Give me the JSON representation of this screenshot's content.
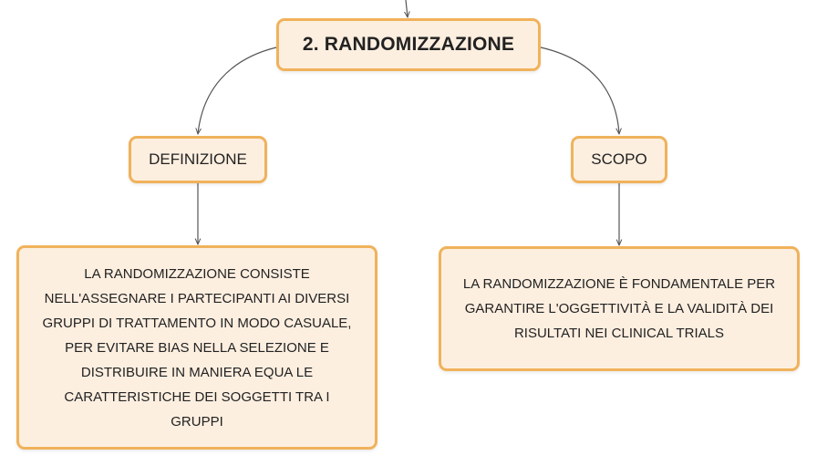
{
  "diagram": {
    "root": {
      "label": "2. RANDOMIZZAZIONE"
    },
    "branches": [
      {
        "label": "DEFINIZIONE",
        "detail": "LA RANDOMIZZAZIONE CONSISTE NELL'ASSEGNARE I PARTECIPANTI AI DIVERSI GRUPPI DI TRATTAMENTO IN MODO CASUALE, PER EVITARE BIAS NELLA SELEZIONE E DISTRIBUIRE IN MANIERA EQUA LE CARATTERISTICHE DEI SOGGETTI TRA I GRUPPI"
      },
      {
        "label": "SCOPO",
        "detail": "LA RANDOMIZZAZIONE È FONDAMENTALE PER GARANTIRE L'OGGETTIVITÀ E LA VALIDITÀ DEI RISULTATI NEI CLINICAL TRIALS"
      }
    ]
  },
  "colors": {
    "node_fill": "#fdefe0",
    "node_border": "#f0b25b",
    "connector": "#555555",
    "text": "#222222"
  }
}
